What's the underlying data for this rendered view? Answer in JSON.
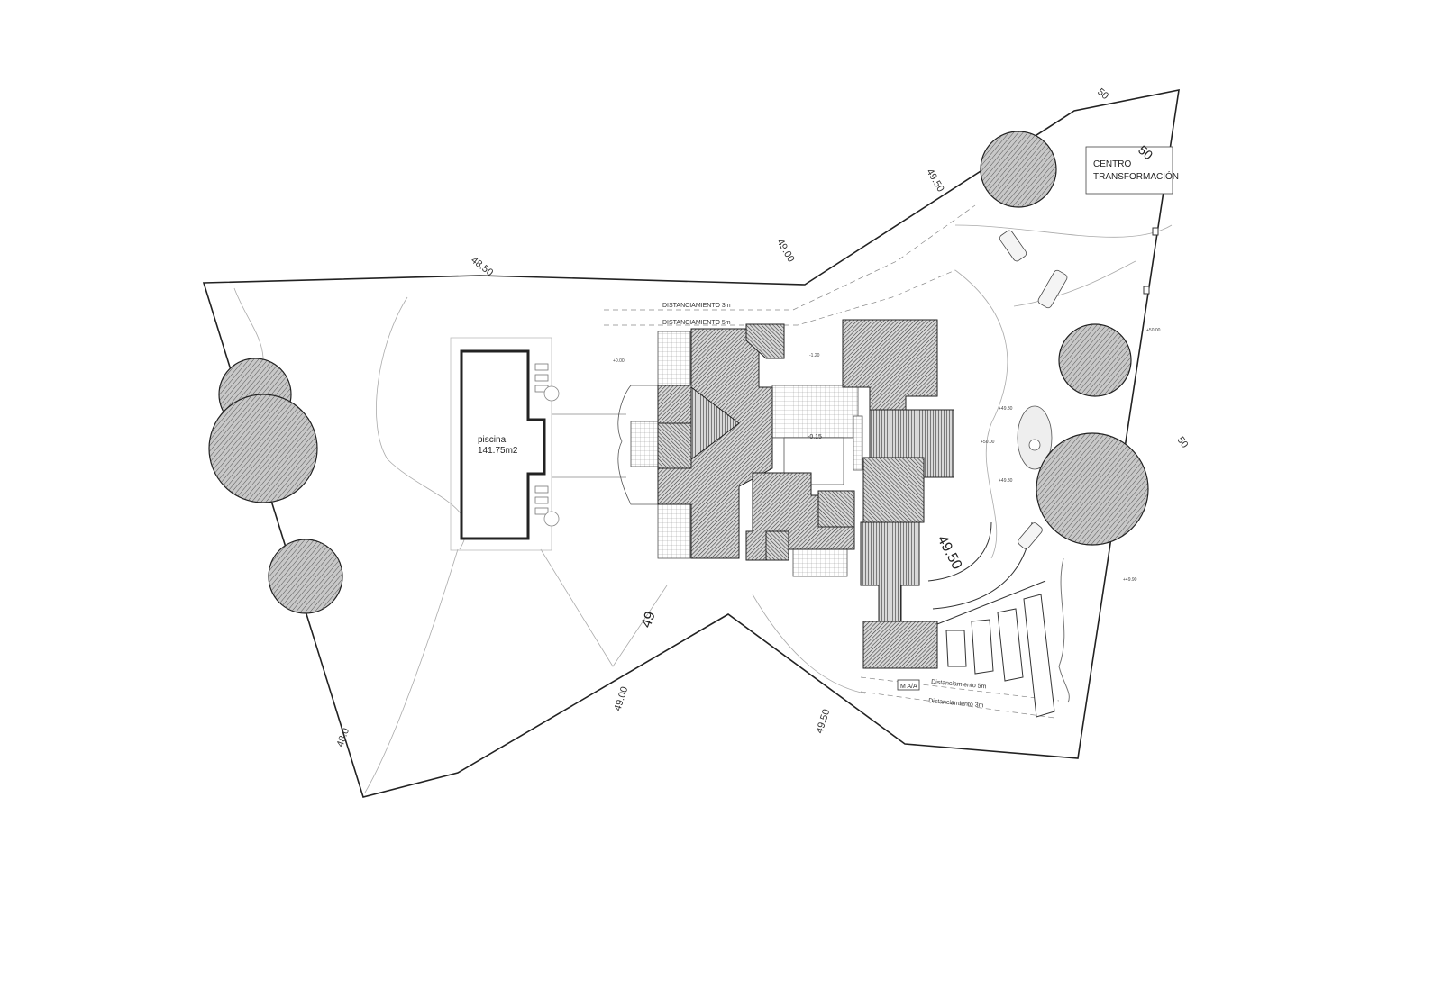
{
  "contours": {
    "c_50_top": "50",
    "c_50_box": "50",
    "c_4950_ne": "49.50",
    "c_4900_n": "49.00",
    "c_4850": "48.50",
    "c_49_s": "49",
    "c_4900_s": "49.00",
    "c_4950_s": "49.50",
    "c_480": "48.0",
    "c_4950_e": "49.50",
    "c_50_e": "50"
  },
  "labels": {
    "centro": "CENTRO",
    "transformacion": "TRANSFORMACIÓN",
    "pool_name": "piscina",
    "pool_area": "141.75m2",
    "dist_3m_top": "DISTANCIAMIENTO 3m",
    "dist_5m_top": "DISTANCIAMIENTO 5m",
    "dist_5m_bottom": "Distanciamiento 5m",
    "dist_3m_bottom": "Distanciamiento 3m",
    "maa": "M A/A"
  },
  "levels": {
    "lv_015": "-0.15",
    "lv_000": "+0.00",
    "lv_120": "-1.20",
    "lv_5000_a": "+50.00",
    "lv_5000_b": "+50.00",
    "lv_4990": "+49.90",
    "lv_4980_a": "+49.80",
    "lv_4980_b": "+49.80"
  },
  "colors": {
    "line": "#222222",
    "roof": "#555555",
    "tree": "#5a5a5a"
  }
}
